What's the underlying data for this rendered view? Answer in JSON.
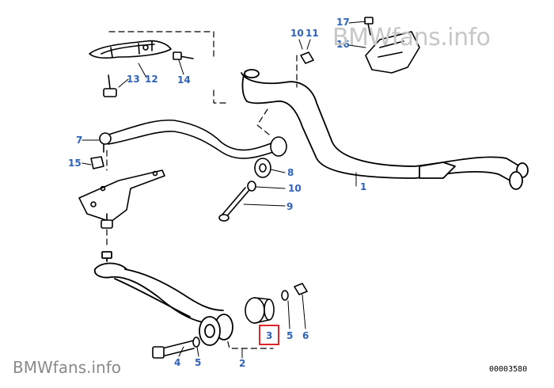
{
  "watermark": {
    "top": "BMWfans.info",
    "bottom": "BMWfans.info"
  },
  "diagram_code": "00003580",
  "highlight": {
    "part": "3",
    "color": "#e0262a"
  },
  "callout_color": "#2f63b8",
  "callouts": {
    "c1": "1",
    "c2": "2",
    "c3": "3",
    "c4": "4",
    "c5a": "5",
    "c5b": "5",
    "c6": "6",
    "c7": "7",
    "c8": "8",
    "c9": "9",
    "c10a": "10",
    "c10b": "10",
    "c11": "11",
    "c12": "12",
    "c13": "13",
    "c14": "14",
    "c15": "15",
    "c16": "16",
    "c17": "17"
  }
}
